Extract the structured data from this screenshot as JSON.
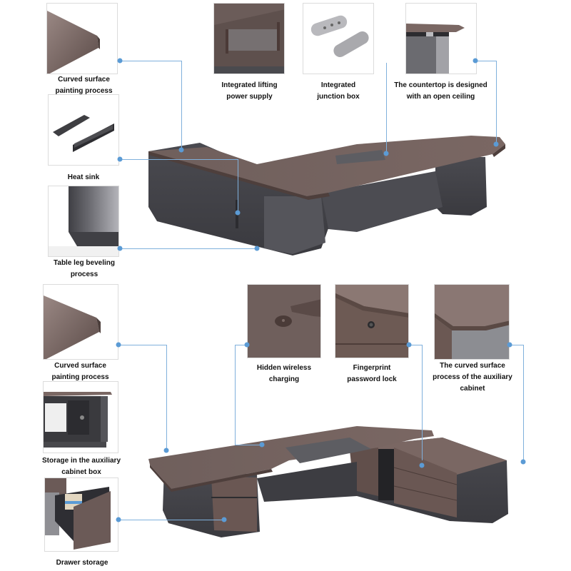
{
  "top_section": {
    "callouts": [
      {
        "id": "curved_surface_1",
        "label": "Curved surface\npainting process"
      },
      {
        "id": "heat_sink",
        "label": "Heat sink"
      },
      {
        "id": "leg_beveling",
        "label": "Table leg beveling\nprocess"
      },
      {
        "id": "lifting_power",
        "label": "Integrated lifting\npower supply"
      },
      {
        "id": "junction_box",
        "label": "Integrated\njunction box"
      },
      {
        "id": "open_ceiling",
        "label": "The countertop is designed\nwith an open ceiling"
      }
    ]
  },
  "bottom_section": {
    "callouts": [
      {
        "id": "curved_surface_2",
        "label": "Curved surface\npainting process"
      },
      {
        "id": "aux_storage",
        "label": "Storage in the auxiliary\ncabinet box"
      },
      {
        "id": "drawer_storage",
        "label": "Drawer storage"
      },
      {
        "id": "wireless_charging",
        "label": "Hidden wireless\ncharging"
      },
      {
        "id": "fingerprint_lock",
        "label": "Fingerprint\npassword lock"
      },
      {
        "id": "aux_curved",
        "label": "The curved surface\nprocess of the auxiliary\ncabinet"
      }
    ]
  },
  "colors": {
    "connector": "#5b9bd5",
    "wood": "#6e5d5a",
    "cabinet_grey": "#4a4a4f",
    "frame_border": "#dcdcdc"
  }
}
